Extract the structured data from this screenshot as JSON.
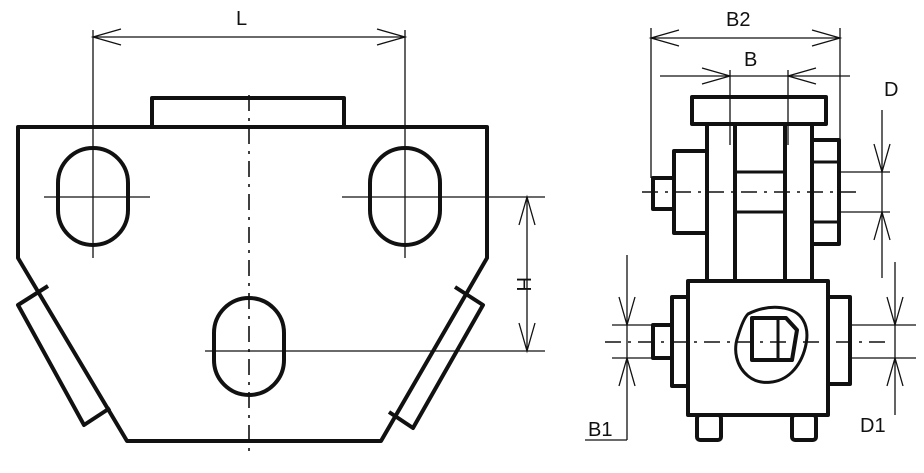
{
  "labels": {
    "L": "L",
    "H": "H",
    "B2": "B2",
    "B": "B",
    "D": "D",
    "B1": "B1",
    "D1": "D1"
  }
}
